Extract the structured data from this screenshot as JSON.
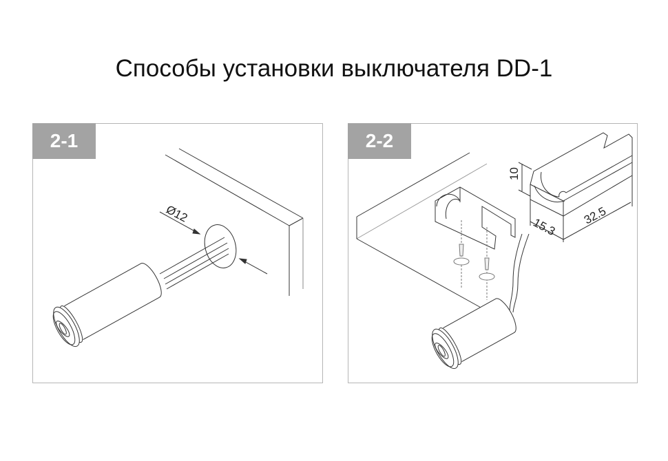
{
  "title": "Способы установки выключателя DD-1",
  "panels": [
    {
      "label": "2-1",
      "dimension": "Ø12"
    },
    {
      "label": "2-2",
      "dimensions": {
        "height": "10",
        "width": "15.3",
        "length": "32.5"
      }
    }
  ]
}
